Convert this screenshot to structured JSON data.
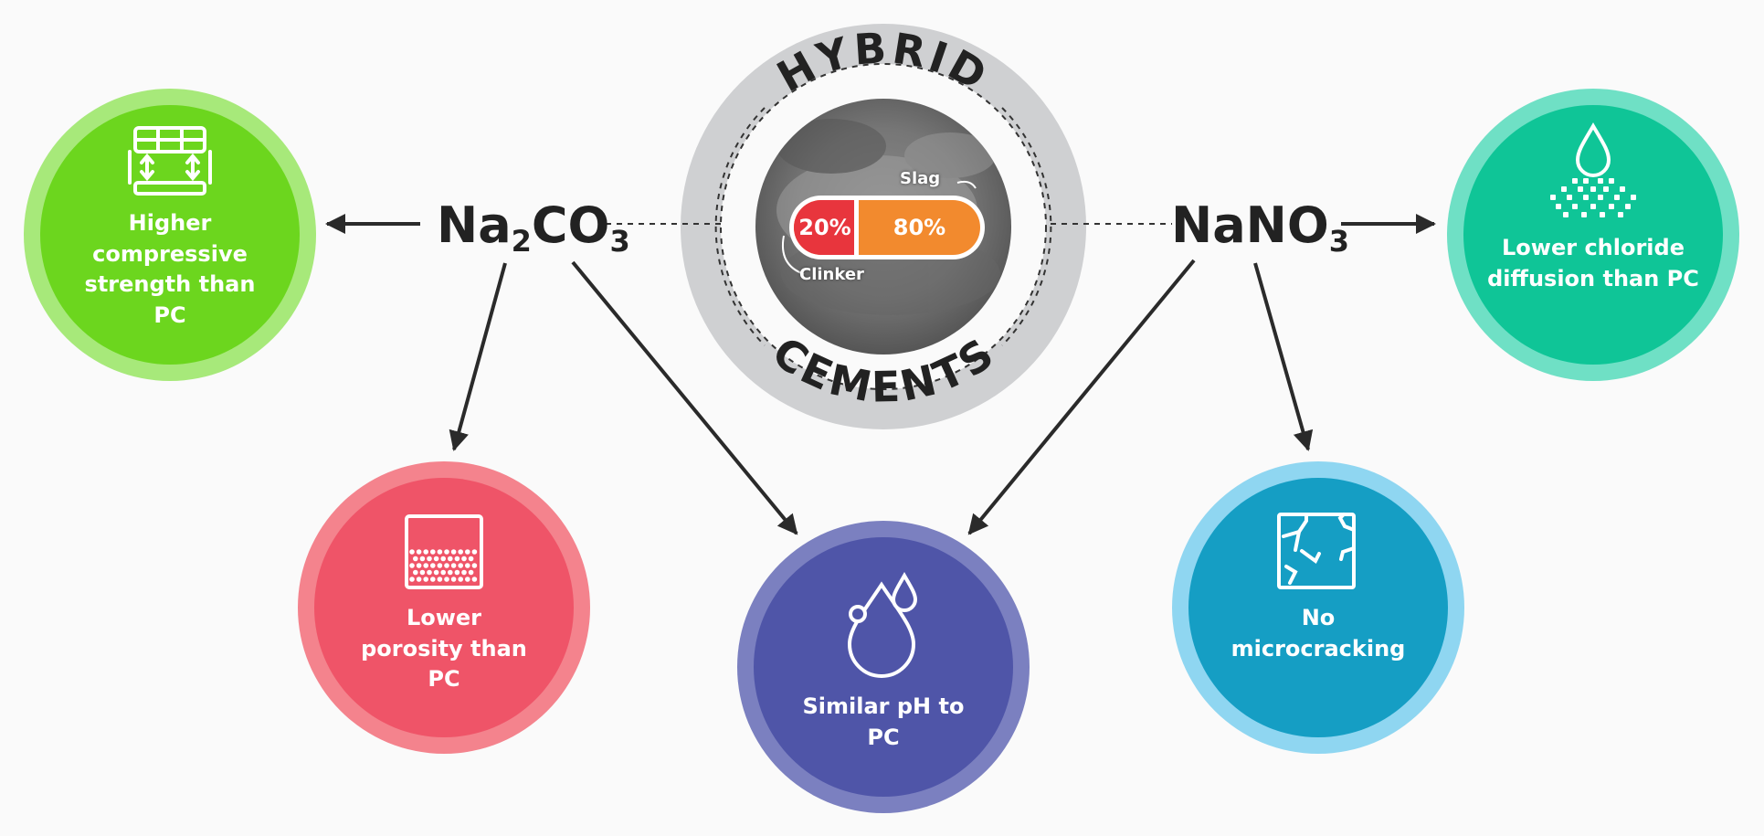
{
  "center": {
    "top_text": "HYBRID",
    "bottom_text": "CEMENTS",
    "clinker_label": "Clinker",
    "slag_label": "Slag",
    "clinker_percent": "20%",
    "slag_percent": "80%"
  },
  "reagents": {
    "left": {
      "base": "Na",
      "sub1": "2",
      "mid": "CO",
      "sub2": "3"
    },
    "right": {
      "base": "NaNO",
      "sub": "3"
    }
  },
  "outcomes": {
    "compressive": "Higher\ncompressive\nstrength than\nPC",
    "porosity": "Lower\nporosity than\nPC",
    "ph": "Similar pH to\nPC",
    "microcracking": "No\nmicrocracking",
    "chloride": "Lower chloride\ndiffusion than PC"
  },
  "colors": {
    "green": "#6cd61e",
    "green_ring": "#a7e97a",
    "red": "#ef5468",
    "red_ring": "#f4838d",
    "indigo": "#4f55a8",
    "indigo_ring": "#7b80c0",
    "blue": "#159ec4",
    "blue_ring": "#8fd6f1",
    "teal": "#0fc597",
    "teal_ring": "#6fe0c5",
    "center_ring": "#cfd0d2",
    "clinker": "#e8353d",
    "slag": "#f28a2e"
  },
  "icons": {
    "compressive": "compression-blocks-icon",
    "porosity": "porous-container-icon",
    "ph": "ph-drop-icon",
    "microcracking": "crack-panel-icon",
    "chloride": "droplet-spray-icon"
  }
}
